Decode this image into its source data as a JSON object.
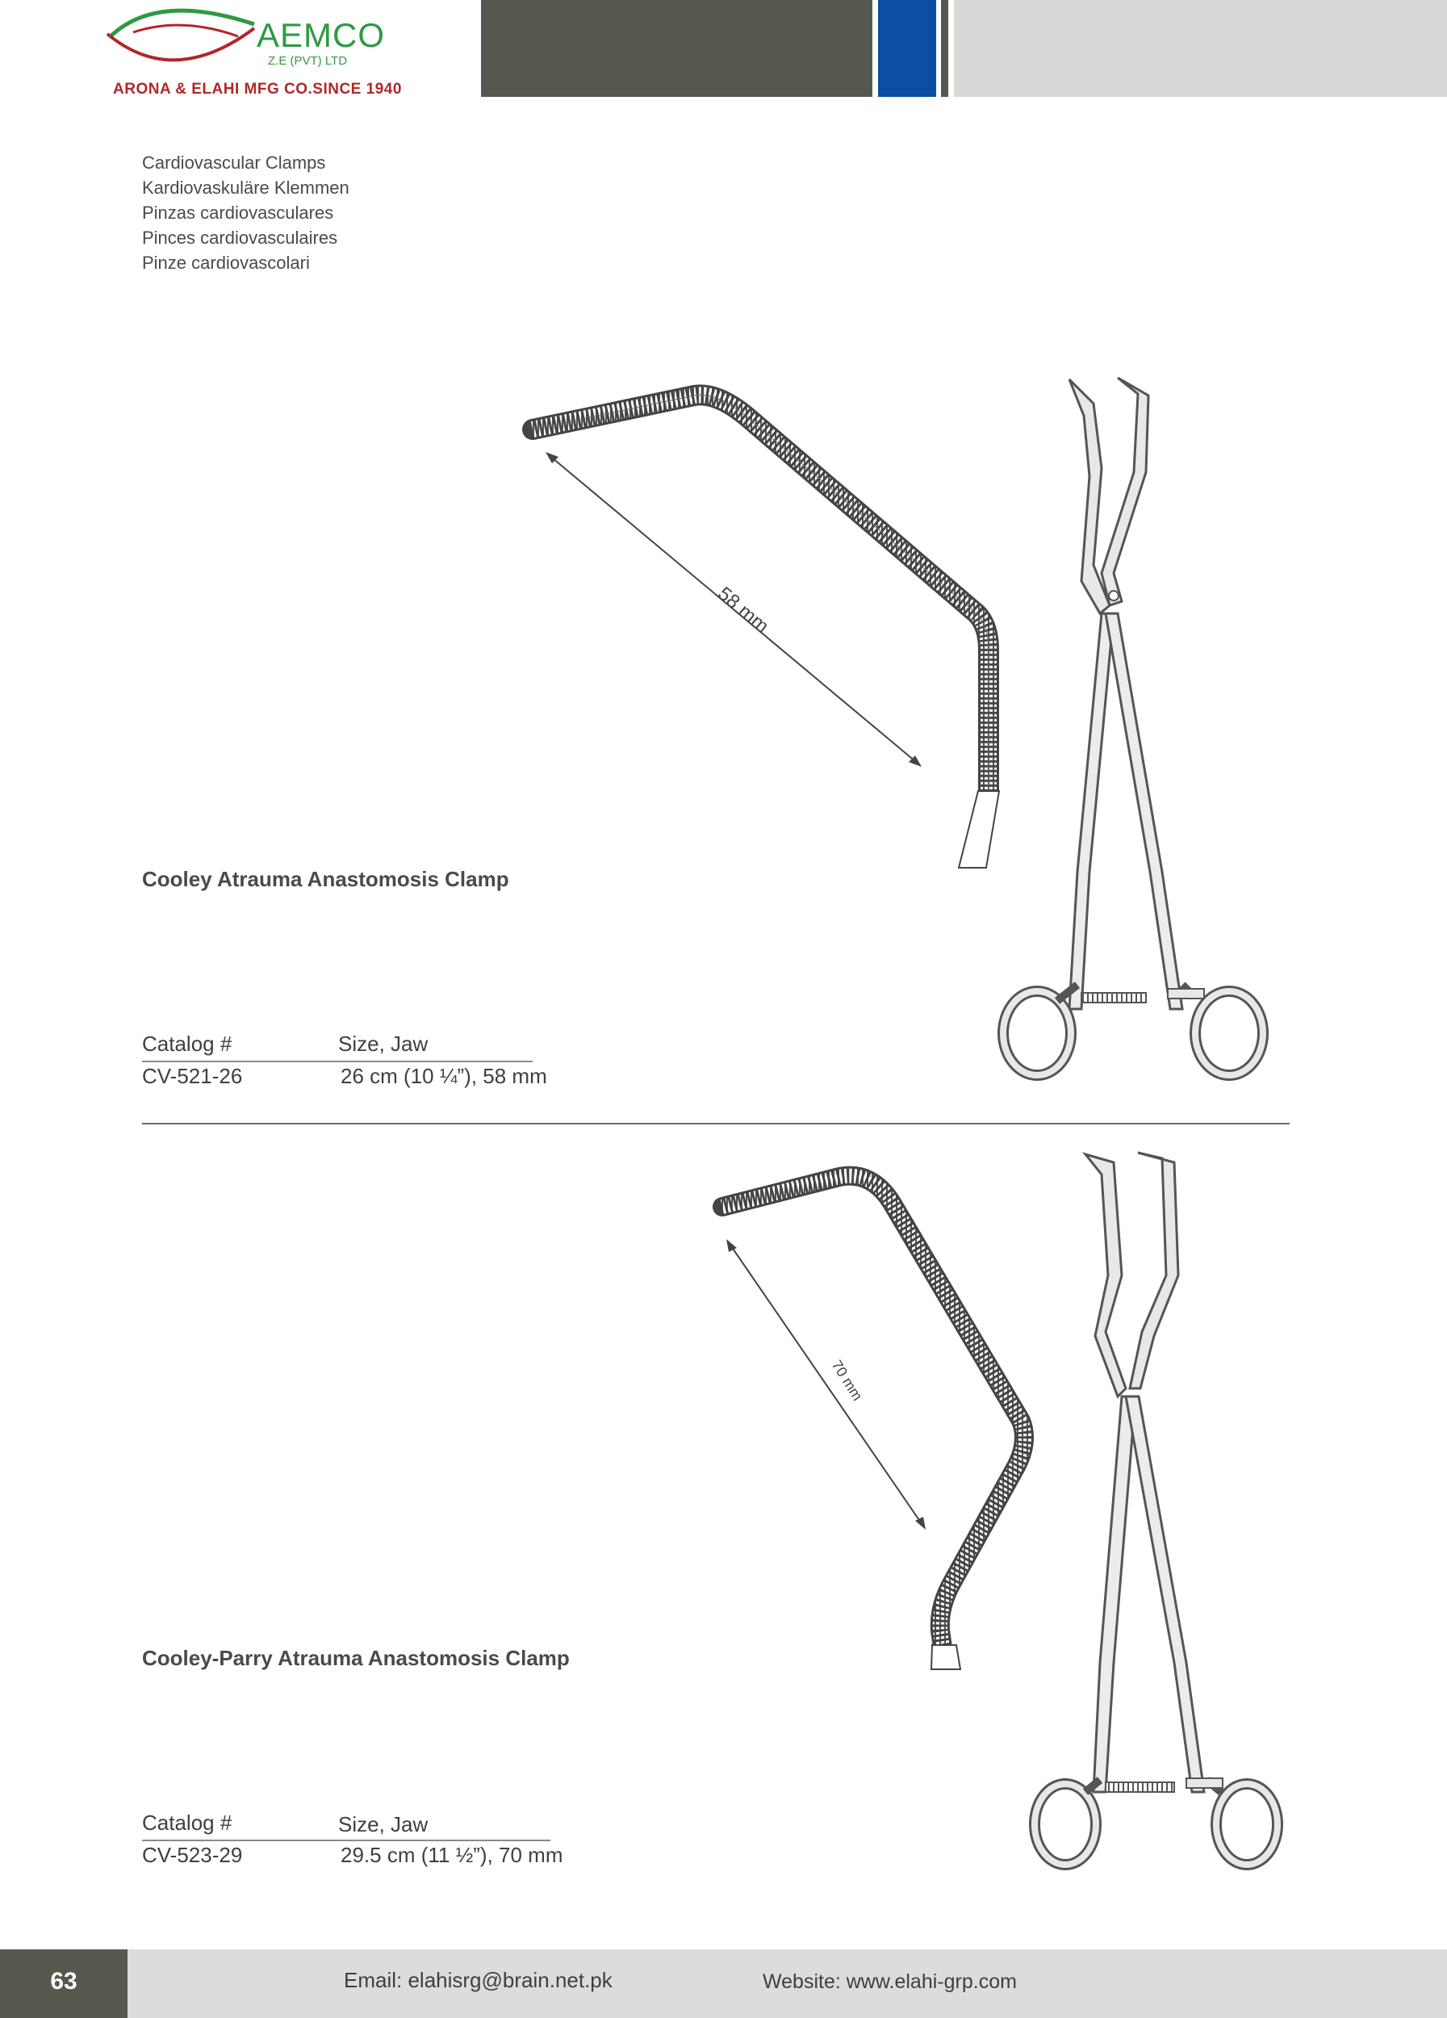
{
  "brand": {
    "name": "AEMCO",
    "sub": "Z.E (PVT) LTD",
    "tagline": "ARONA & ELAHI MFG CO.SINCE 1940",
    "colors": {
      "green": "#2e9a44",
      "red": "#b0282a",
      "blue": "#0b4ea2",
      "dark": "#57574f"
    }
  },
  "categories": [
    "Cardiovascular Clamps",
    "Kardiovaskuläre Klemmen",
    "Pinzas cardiovasculares",
    "Pinces cardiovasculaires",
    "Pinze cardiovascolari"
  ],
  "products": [
    {
      "title": "Cooley Atrauma Anastomosis Clamp",
      "jaw_label": "58 mm",
      "header_catalog": "Catalog #",
      "header_size": "Size, Jaw",
      "catalog": "CV-521-26",
      "size": "26 cm (10 ¼”), 58 mm"
    },
    {
      "title": "Cooley-Parry  Atrauma Anastomosis Clamp",
      "jaw_label": "70 mm",
      "header_catalog": "Catalog #",
      "header_size": "Size, Jaw",
      "catalog": "CV-523-29",
      "size": "29.5 cm (11 ½”), 70 mm"
    }
  ],
  "footer": {
    "page_number": "63",
    "email": "Email: elahisrg@brain.net.pk",
    "website": "Website: www.elahi-grp.com"
  }
}
